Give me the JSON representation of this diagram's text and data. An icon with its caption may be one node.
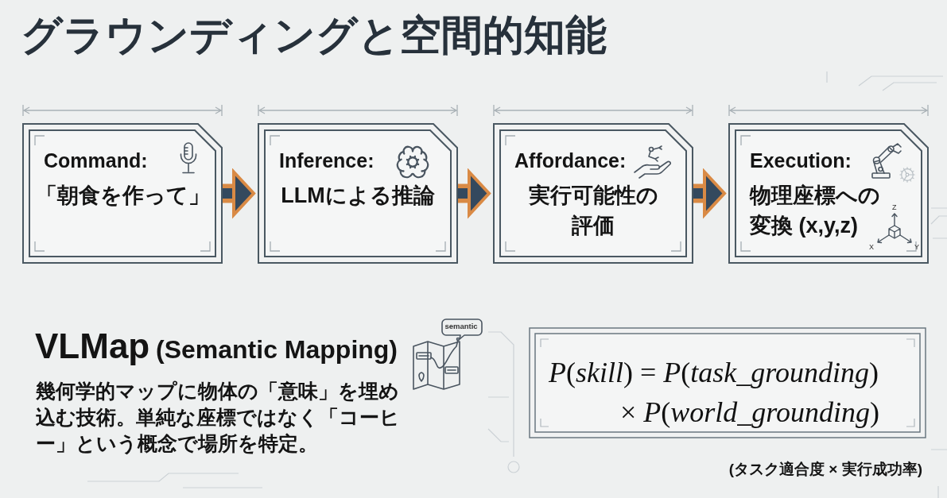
{
  "diagram": {
    "title": "グラウンディングと空間的知能",
    "nodes": [
      {
        "text": [
          "Command:",
          "「朝食を作って」"
        ]
      },
      {
        "text": [
          "Inference:",
          "LLMによる推論"
        ]
      },
      {
        "text": [
          "Affordance:",
          "実行可能性の評価"
        ]
      },
      {
        "text": [
          "Execution:",
          "物理座標への変換 (x,y,z)"
        ]
      },
      {
        "text": [
          "*P*(*skill*) = *P*(*task_grounding*) × *P*(*world_grounding*)"
        ],
        "beside": [
          "(タスク適合度 × 実行成功率)"
        ]
      }
    ],
    "edges": [
      {
        "from": 0,
        "to": 1,
        "arrow": "to"
      },
      {
        "from": 1,
        "to": 2,
        "arrow": "to"
      },
      {
        "from": 2,
        "to": 3,
        "arrow": "to"
      }
    ],
    "labels": [
      "Z",
      "X",
      "Y",
      "VLMap",
      "(Semantic Mapping)",
      "semantic",
      "幾何学的マップに物体の「意味」を埋め込む技術。単純な座標ではなく「コーヒー」という概念で場所を特定。"
    ]
  }
}
